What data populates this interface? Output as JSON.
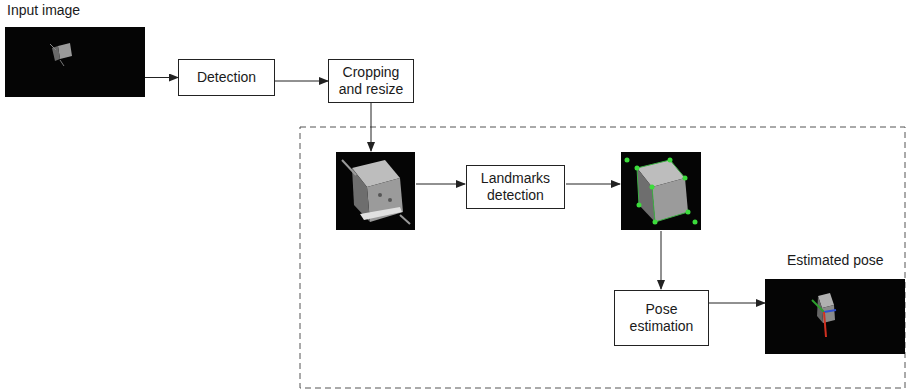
{
  "diagram": {
    "nodes": [
      {
        "text": [
          "Input image"
        ]
      },
      {
        "text": [
          "Detection"
        ]
      },
      {
        "text": [
          "Cropping and resize"
        ]
      },
      {
        "text": [
          "Landmarks detection"
        ]
      },
      {
        "text": [
          "Pose estimation"
        ]
      },
      {
        "text": [
          "Estimated pose"
        ]
      }
    ],
    "edges": [
      {
        "from": 0,
        "to": 1,
        "arrow": "to"
      },
      {
        "from": 1,
        "to": 2,
        "arrow": "to"
      },
      {
        "from": 4,
        "to": 5,
        "arrow": "to"
      }
    ]
  }
}
